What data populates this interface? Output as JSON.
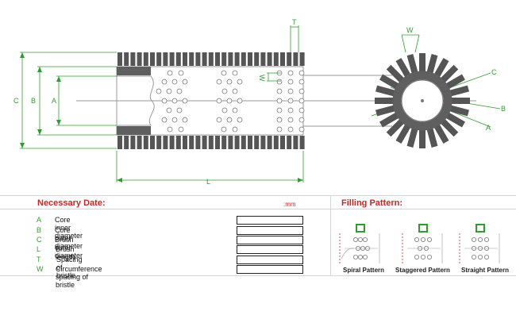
{
  "dimension_letters": {
    "A": "A",
    "B": "B",
    "C": "C",
    "L": "L",
    "T": "T",
    "W": "W"
  },
  "necessary_date": {
    "title": "Necessary Date:",
    "unit": ":mm",
    "rows": [
      {
        "code": "A",
        "label": "Core inner diameter"
      },
      {
        "code": "B",
        "label": "Core outer diameter"
      },
      {
        "code": "C",
        "label": "Brush outer diameter"
      },
      {
        "code": "L",
        "label": "Brush length"
      },
      {
        "code": "T",
        "label": "Spacing of bristle"
      },
      {
        "code": "W",
        "label": "Circumference spacing of bristle"
      }
    ]
  },
  "filling_pattern": {
    "title": "Filling Pattern:",
    "patterns": [
      {
        "label": "Spiral Pattern"
      },
      {
        "label": "Staggered Pattern"
      },
      {
        "label": "Straight Pattern"
      }
    ]
  },
  "colors": {
    "dimension": "#2e9d2e",
    "header": "#c62828",
    "bristle": "#555555",
    "core": "#5f5f5f"
  }
}
